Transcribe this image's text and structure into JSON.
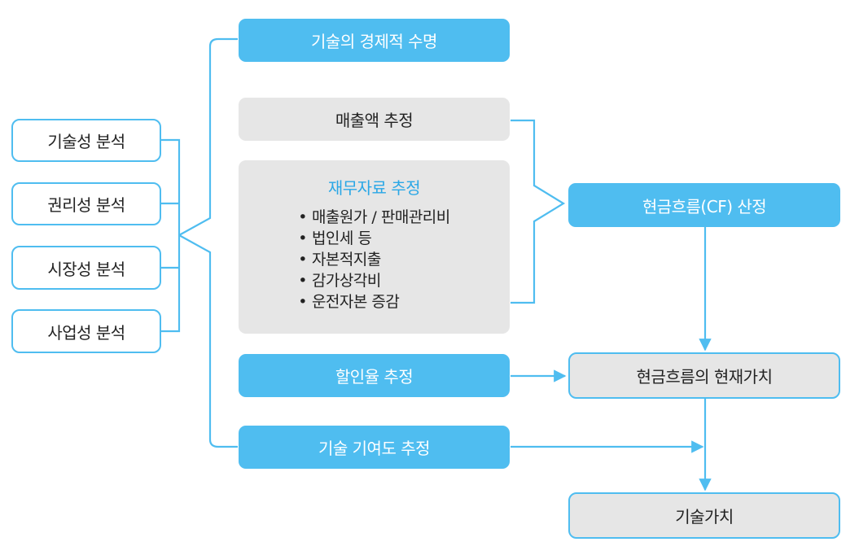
{
  "analyses": [
    {
      "label": "기술성 분석"
    },
    {
      "label": "권리성 분석"
    },
    {
      "label": "시장성 분석"
    },
    {
      "label": "사업성 분석"
    }
  ],
  "economic_life": {
    "label": "기술의 경제적 수명"
  },
  "sales": {
    "label": "매출액 추정"
  },
  "financial": {
    "title": "재무자료 추정",
    "items": [
      "매출원가 / 판매관리비",
      "법인세 등",
      "자본적지출",
      "감가상각비",
      "운전자본 증감"
    ]
  },
  "discount": {
    "label": "할인율 추정"
  },
  "contribution": {
    "label": "기술 기여도 추정"
  },
  "cashflow": {
    "label": "현금흐름(CF) 산정"
  },
  "present_value": {
    "label": "현금흐름의 현재가치"
  },
  "tech_value": {
    "label": "기술가치"
  },
  "colors": {
    "accent": "#4fbdf0",
    "box_gray": "#e6e6e6",
    "title_blue": "#2aa7e6"
  }
}
